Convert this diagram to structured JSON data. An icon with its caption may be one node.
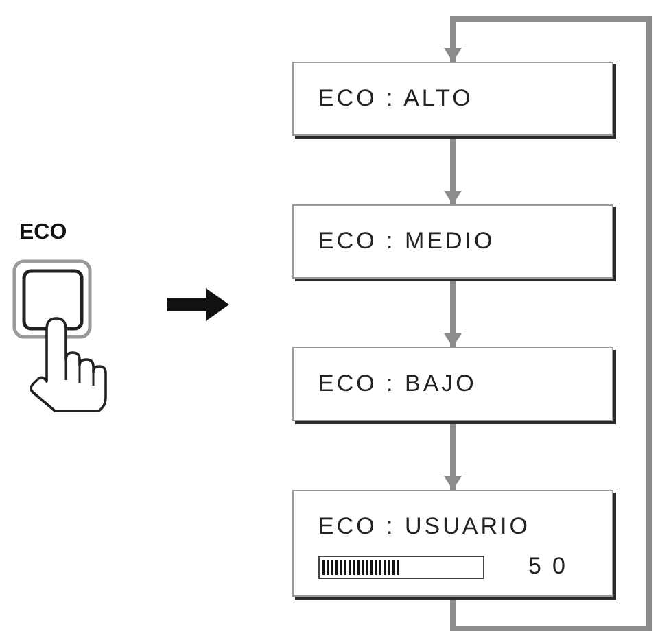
{
  "diagram": {
    "nodes": [
      {
        "text": [
          "ECO"
        ]
      },
      {
        "text": [
          "ECO : ALTO"
        ]
      },
      {
        "text": [
          "ECO : MEDIO"
        ]
      },
      {
        "text": [
          "ECO : BAJO"
        ]
      },
      {
        "text": [
          "ECO : USUARIO",
          "50"
        ]
      }
    ],
    "edges": [
      {
        "from": 1,
        "to": 2,
        "arrow": "to"
      },
      {
        "from": 2,
        "to": 3,
        "arrow": "to"
      },
      {
        "from": 3,
        "to": 4,
        "arrow": "to"
      },
      {
        "from": 4,
        "to": 1,
        "arrow": "to"
      }
    ]
  }
}
